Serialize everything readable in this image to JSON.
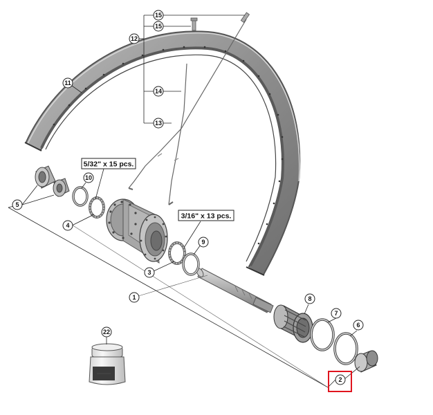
{
  "diagram": {
    "callouts": {
      "c1": "1",
      "c2": "2",
      "c3": "3",
      "c4": "4",
      "c5": "5",
      "c6": "6",
      "c7": "7",
      "c8": "8",
      "c9": "9",
      "c10": "10",
      "c11": "11",
      "c12": "12",
      "c13": "13",
      "c14": "14",
      "c15a": "15",
      "c15b": "15",
      "c22": "22"
    },
    "specs": {
      "left_balls": "5/32\" x 15 pcs.",
      "right_balls": "3/16\" x 13 pcs."
    },
    "highlight_color": "#e0141e"
  }
}
